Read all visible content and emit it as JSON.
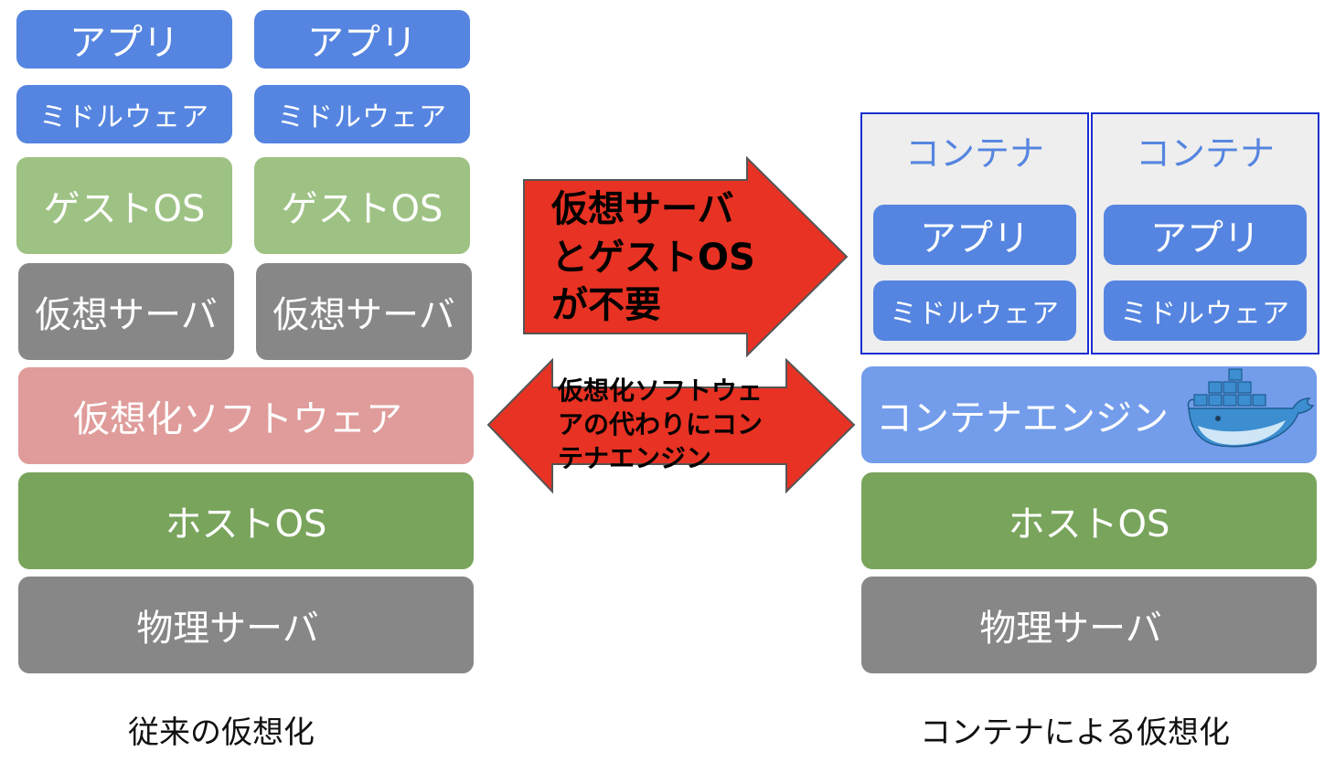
{
  "left": {
    "app_labels": [
      "アプリ",
      "アプリ"
    ],
    "middleware_labels": [
      "ミドルウェア",
      "ミドルウェア"
    ],
    "guest_os_labels": [
      "ゲストOS",
      "ゲストOS"
    ],
    "virtual_server_labels": [
      "仮想サーバ",
      "仮想サーバ"
    ],
    "virtualization_software": "仮想化ソフトウェア",
    "host_os": "ホストOS",
    "physical_server": "物理サーバ",
    "caption": "従来の仮想化"
  },
  "right": {
    "containers": [
      {
        "title": "コンテナ",
        "app": "アプリ",
        "middleware": "ミドルウェア"
      },
      {
        "title": "コンテナ",
        "app": "アプリ",
        "middleware": "ミドルウェア"
      }
    ],
    "container_engine": "コンテナエンジン",
    "host_os": "ホストOS",
    "physical_server": "物理サーバ",
    "caption": "コンテナによる仮想化"
  },
  "arrows": {
    "top_lines": [
      "仮想サーバ",
      "とゲストOS",
      "が不要"
    ],
    "bottom_lines": [
      "仮想化ソフトウェ",
      "アの代わりにコン",
      "テナエンジン"
    ]
  },
  "colors": {
    "blue": "#5585e0",
    "guest_os": "#9ec284",
    "server_gray": "#878787",
    "virt_software": "#df9c9a",
    "host_os": "#79a45c",
    "container_engine": "#739deb",
    "container_border": "#1a2fcf",
    "arrow_red": "#e83223"
  },
  "icons": [
    "docker-whale-icon"
  ]
}
